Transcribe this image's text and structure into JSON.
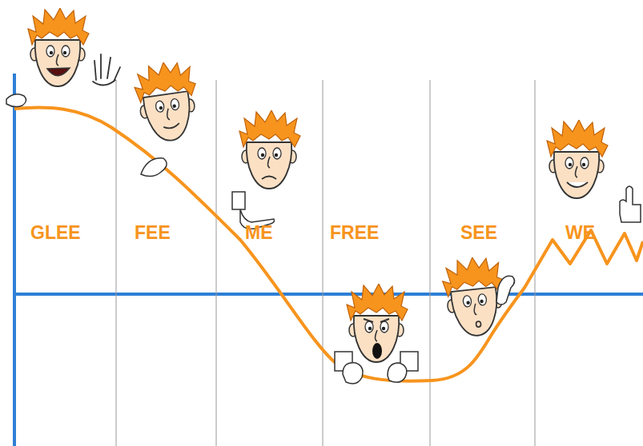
{
  "diagram": {
    "labels": [
      "GLEE",
      "FEE",
      "ME",
      "FREE",
      "SEE",
      "WE"
    ]
  }
}
